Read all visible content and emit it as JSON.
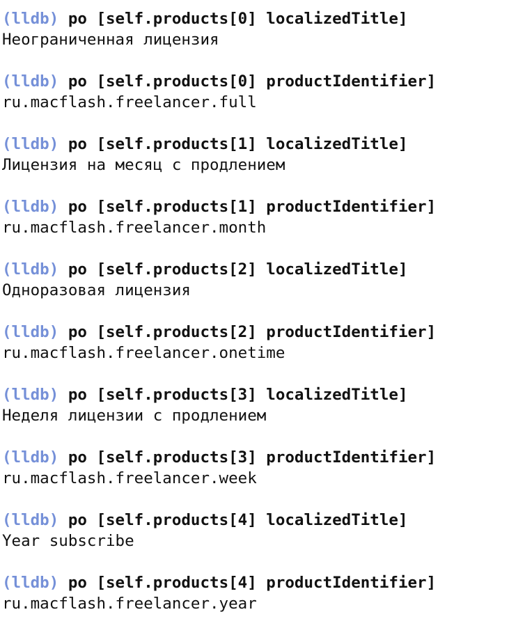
{
  "colors": {
    "prompt": "#7590d8",
    "text": "#111111",
    "background": "#ffffff"
  },
  "console": {
    "prompt": "(lldb)",
    "entries": [
      {
        "command": "po [self.products[0] localizedTitle]",
        "output": "Неограниченная лицензия"
      },
      {
        "command": "po [self.products[0] productIdentifier]",
        "output": "ru.macflash.freelancer.full"
      },
      {
        "command": "po [self.products[1] localizedTitle]",
        "output": "Лицензия на месяц с продлением"
      },
      {
        "command": "po [self.products[1] productIdentifier]",
        "output": "ru.macflash.freelancer.month"
      },
      {
        "command": "po [self.products[2] localizedTitle]",
        "output": "Одноразовая лицензия"
      },
      {
        "command": "po [self.products[2] productIdentifier]",
        "output": "ru.macflash.freelancer.onetime"
      },
      {
        "command": "po [self.products[3] localizedTitle]",
        "output": "Неделя лицензии с продлением"
      },
      {
        "command": "po [self.products[3] productIdentifier]",
        "output": "ru.macflash.freelancer.week"
      },
      {
        "command": "po [self.products[4] localizedTitle]",
        "output": "Year subscribe"
      },
      {
        "command": "po [self.products[4] productIdentifier]",
        "output": "ru.macflash.freelancer.year"
      }
    ]
  }
}
